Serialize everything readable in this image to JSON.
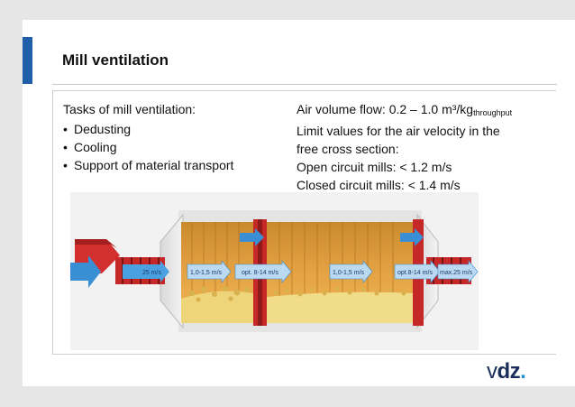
{
  "slide": {
    "title": "Mill ventilation"
  },
  "left": {
    "heading": "Tasks of mill ventilation:",
    "bullets": [
      "Dedusting",
      "Cooling",
      "Support of material transport"
    ]
  },
  "right": {
    "air_volume": "Air volume flow: 0.2 – 1.0 m³/kg",
    "air_volume_sub": "throughput",
    "limit_line1": "Limit values for the air velocity in the",
    "limit_line2": "free cross section:",
    "open_circuit": "Open circuit mills: < 1.2 m/s",
    "closed_circuit": "Closed circuit mills: < 1.4 m/s"
  },
  "diagram": {
    "labels": {
      "inlet": "25 m/s",
      "chamber1": "1,0-1,5 m/s",
      "diaphragm1": "opt. 8-14 m/s",
      "chamber2": "1,0-1,5 m/s",
      "diaphragm2": "opt.8-14 m/s",
      "outlet": "max.25 m/s"
    }
  },
  "logo": {
    "v": "v",
    "dz": "dz",
    "dot": "."
  }
}
